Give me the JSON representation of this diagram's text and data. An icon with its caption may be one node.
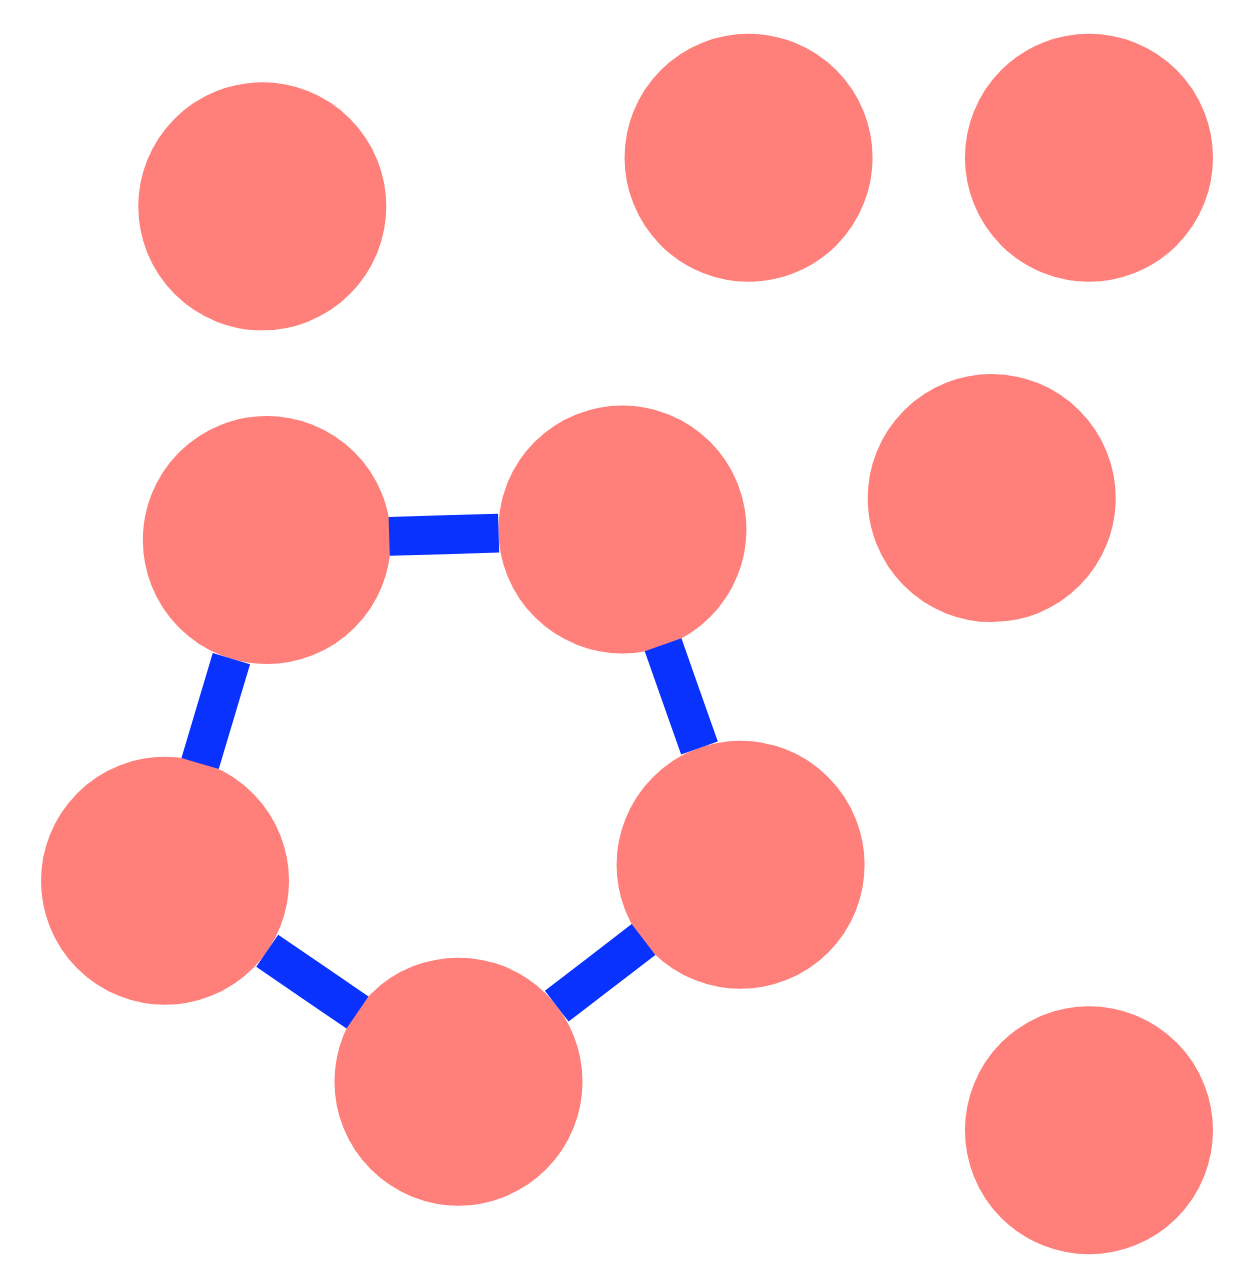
{
  "diagram": {
    "nodes": [
      {
        "text": [],
        "shape": "circle"
      },
      {
        "text": [],
        "shape": "circle"
      },
      {
        "text": [],
        "shape": "circle"
      },
      {
        "text": [],
        "shape": "circle"
      },
      {
        "text": [],
        "shape": "circle"
      },
      {
        "text": [],
        "shape": "circle"
      },
      {
        "text": [],
        "shape": "circle"
      },
      {
        "text": [],
        "shape": "circle"
      },
      {
        "text": [],
        "shape": "circle"
      },
      {
        "text": [],
        "shape": "circle"
      }
    ],
    "edges": [
      {
        "from": 2,
        "to": 3,
        "arrow": "none"
      },
      {
        "from": 3,
        "to": 6,
        "arrow": "none"
      },
      {
        "from": 6,
        "to": 7,
        "arrow": "none"
      },
      {
        "from": 7,
        "to": 5,
        "arrow": "none"
      },
      {
        "from": 5,
        "to": 2,
        "arrow": "none"
      }
    ]
  }
}
